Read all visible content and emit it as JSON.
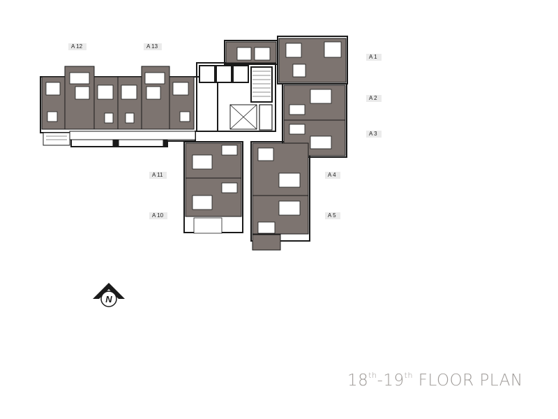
{
  "plan": {
    "title_number_start": "18",
    "title_sup_start": "th",
    "title_dash": "-",
    "title_number_end": "19",
    "title_sup_end": "th",
    "title_text": " FLOOR PLAN",
    "north_letter": "N",
    "north_icon": "north-arrow-icon",
    "units": {
      "a1": "A 1",
      "a2": "A 2",
      "a3": "A 3",
      "a4": "A 4",
      "a5": "A 5",
      "a10": "A 10",
      "a11": "A 11",
      "a12": "A 12",
      "a13": "A 13"
    }
  },
  "colors": {
    "unit_fill": "#7d7470",
    "wall": "#1a1a1a",
    "corridor": "#ffffff",
    "tag_background": "#ebebeb",
    "title": "#9e9a97"
  }
}
